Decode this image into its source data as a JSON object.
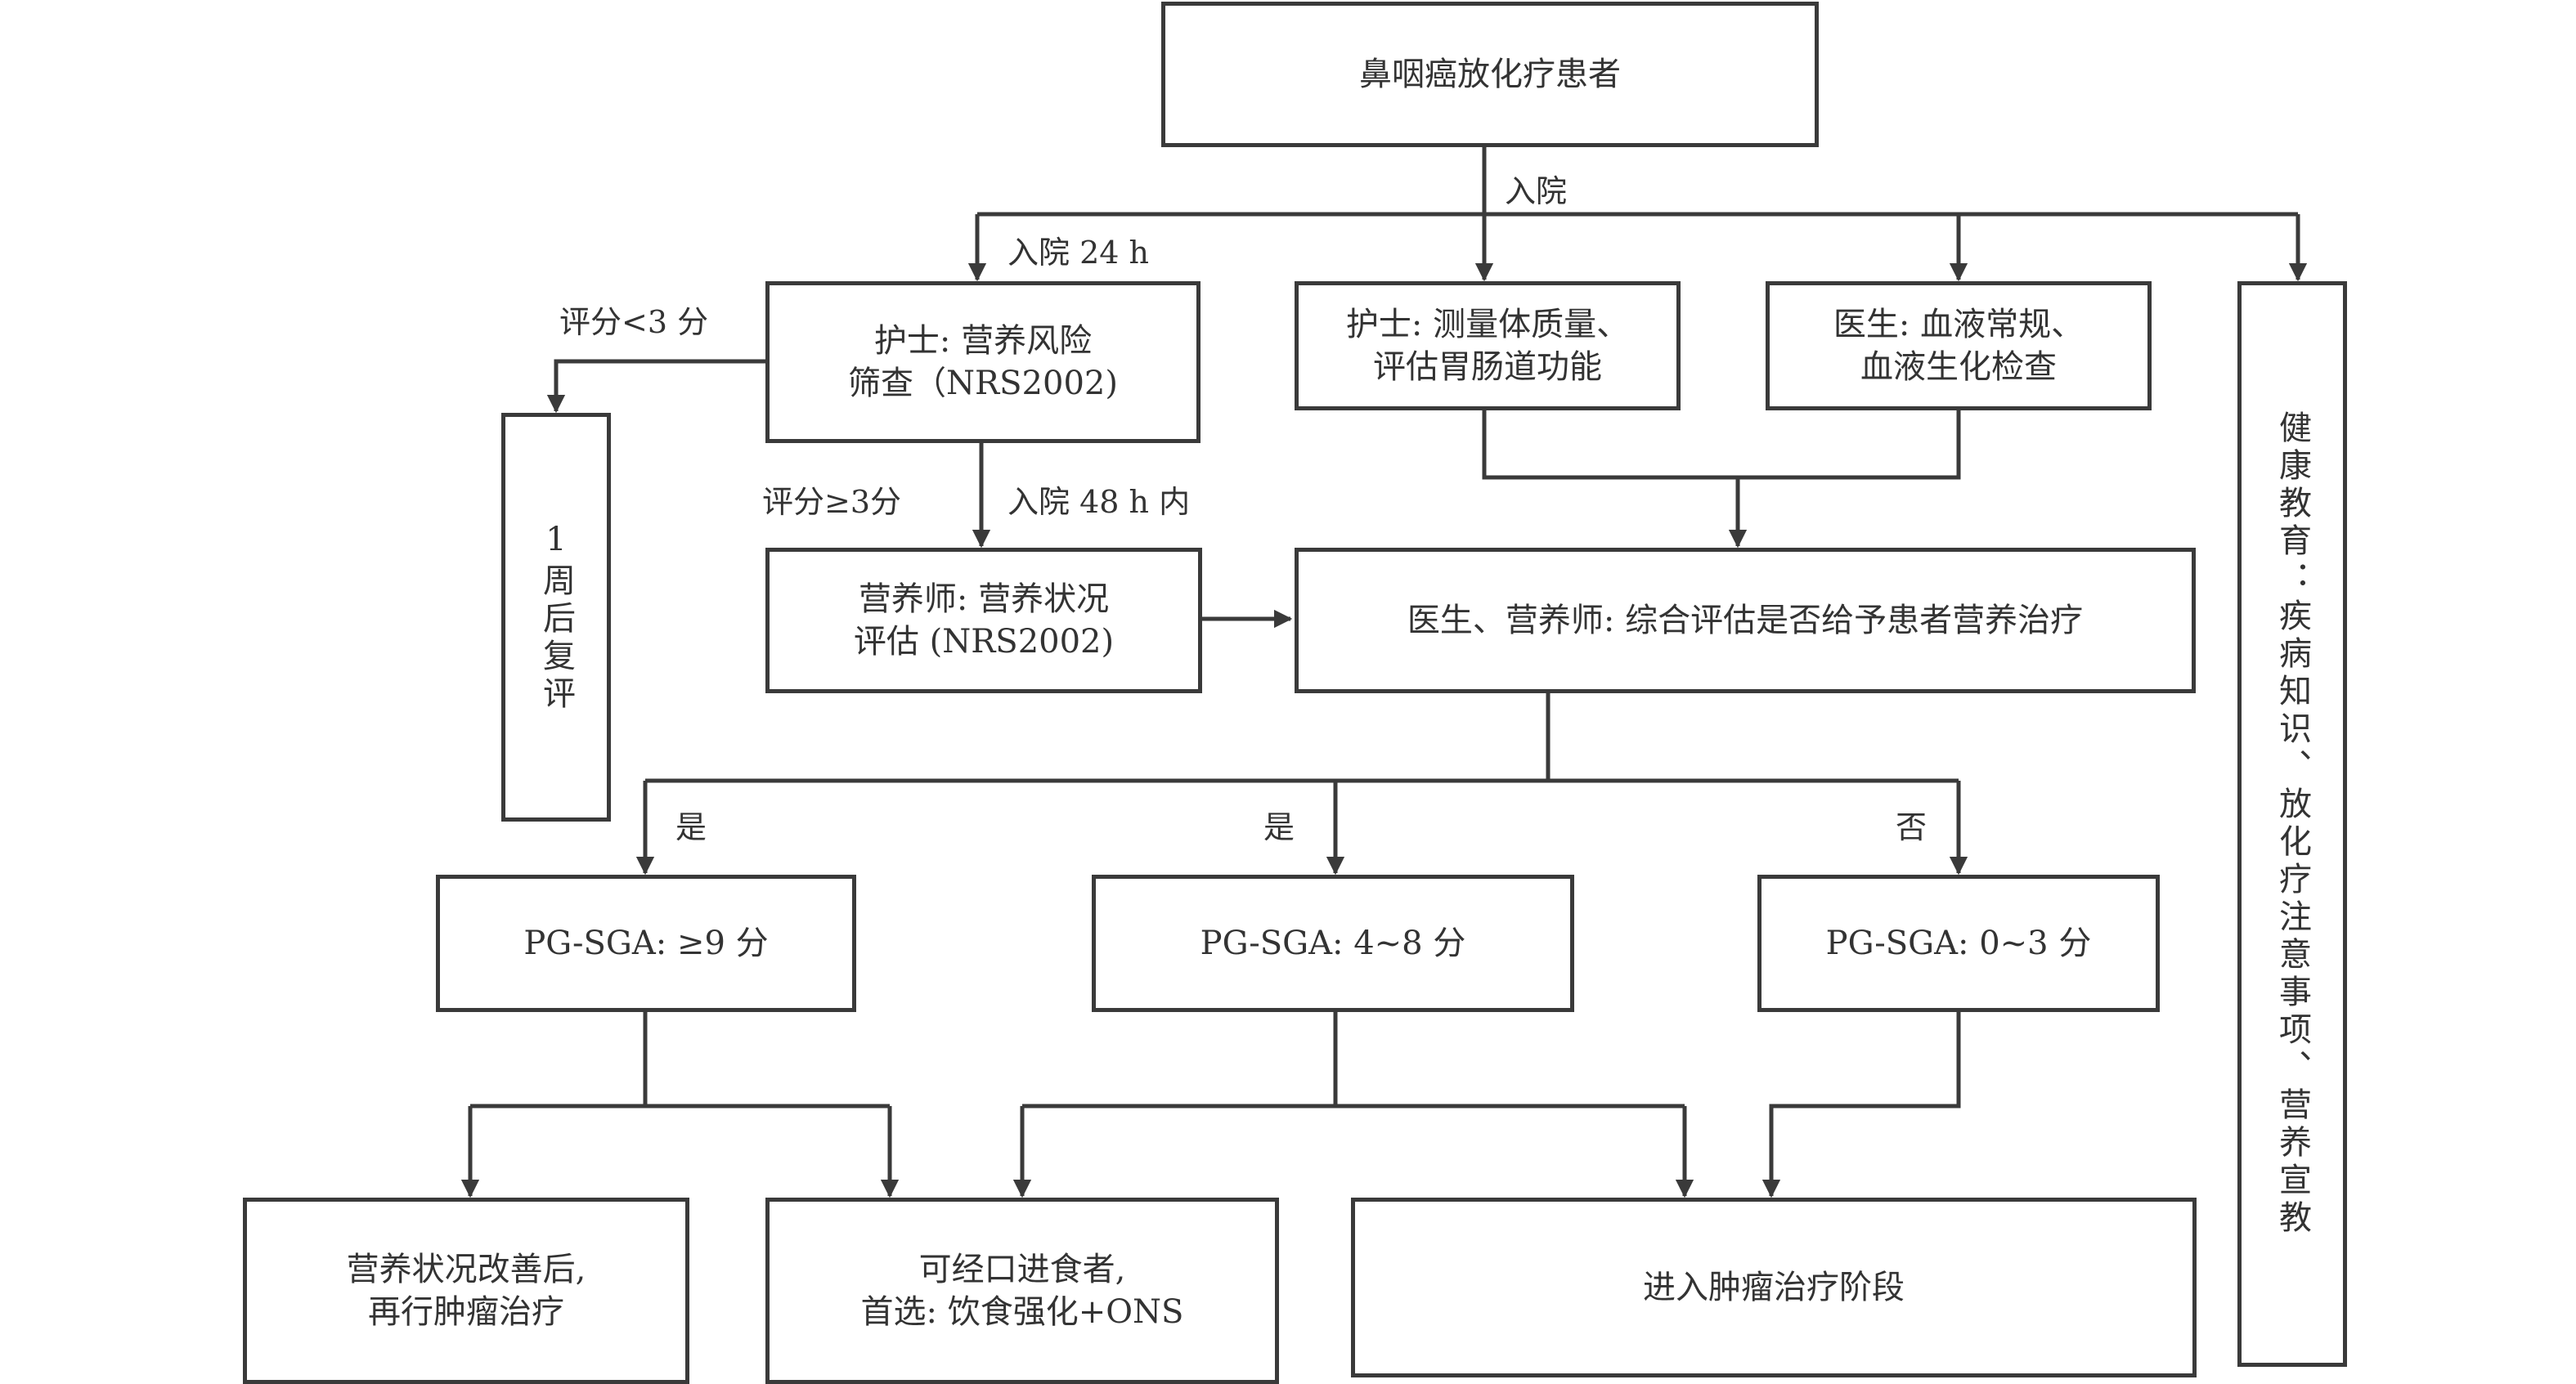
{
  "nodes": {
    "patient": "鼻咽癌放化疗患者",
    "nurse_screen": "护士: 营养风险\n筛查（NRS2002)",
    "nurse_measure": "护士: 测量体质量、\n评估胃肠道功能",
    "doctor_blood": "医生: 血液常规、\n血液生化检查",
    "health_edu": "健康教育：疾病知识、放化疗注意事项、营养宣教",
    "reeval": "1周后复评",
    "dietitian_eval": "营养师: 营养状况\n评估 (NRS2002)",
    "comprehensive": "医生、营养师: 综合评估是否给予患者营养治疗",
    "pg_high": "PG-SGA: ≥9 分",
    "pg_mid": "PG-SGA: 4~8 分",
    "pg_low": "PG-SGA: 0~3 分",
    "improve_first": "营养状况改善后,\n再行肿瘤治疗",
    "oral_ons": "可经口进食者,\n首选: 饮食强化+ONS",
    "tumor_stage": "进入肿瘤治疗阶段"
  },
  "labels": {
    "admit": "入院",
    "admit_24h": "入院 24 h",
    "score_lt3": "评分<3 分",
    "score_ge3": "评分≥3分",
    "admit_48h": "入院 48 h 内",
    "yes_1": "是",
    "yes_2": "是",
    "no": "否"
  },
  "colors": {
    "line": "#3a3a3a",
    "text": "#333333",
    "background": "#ffffff"
  }
}
